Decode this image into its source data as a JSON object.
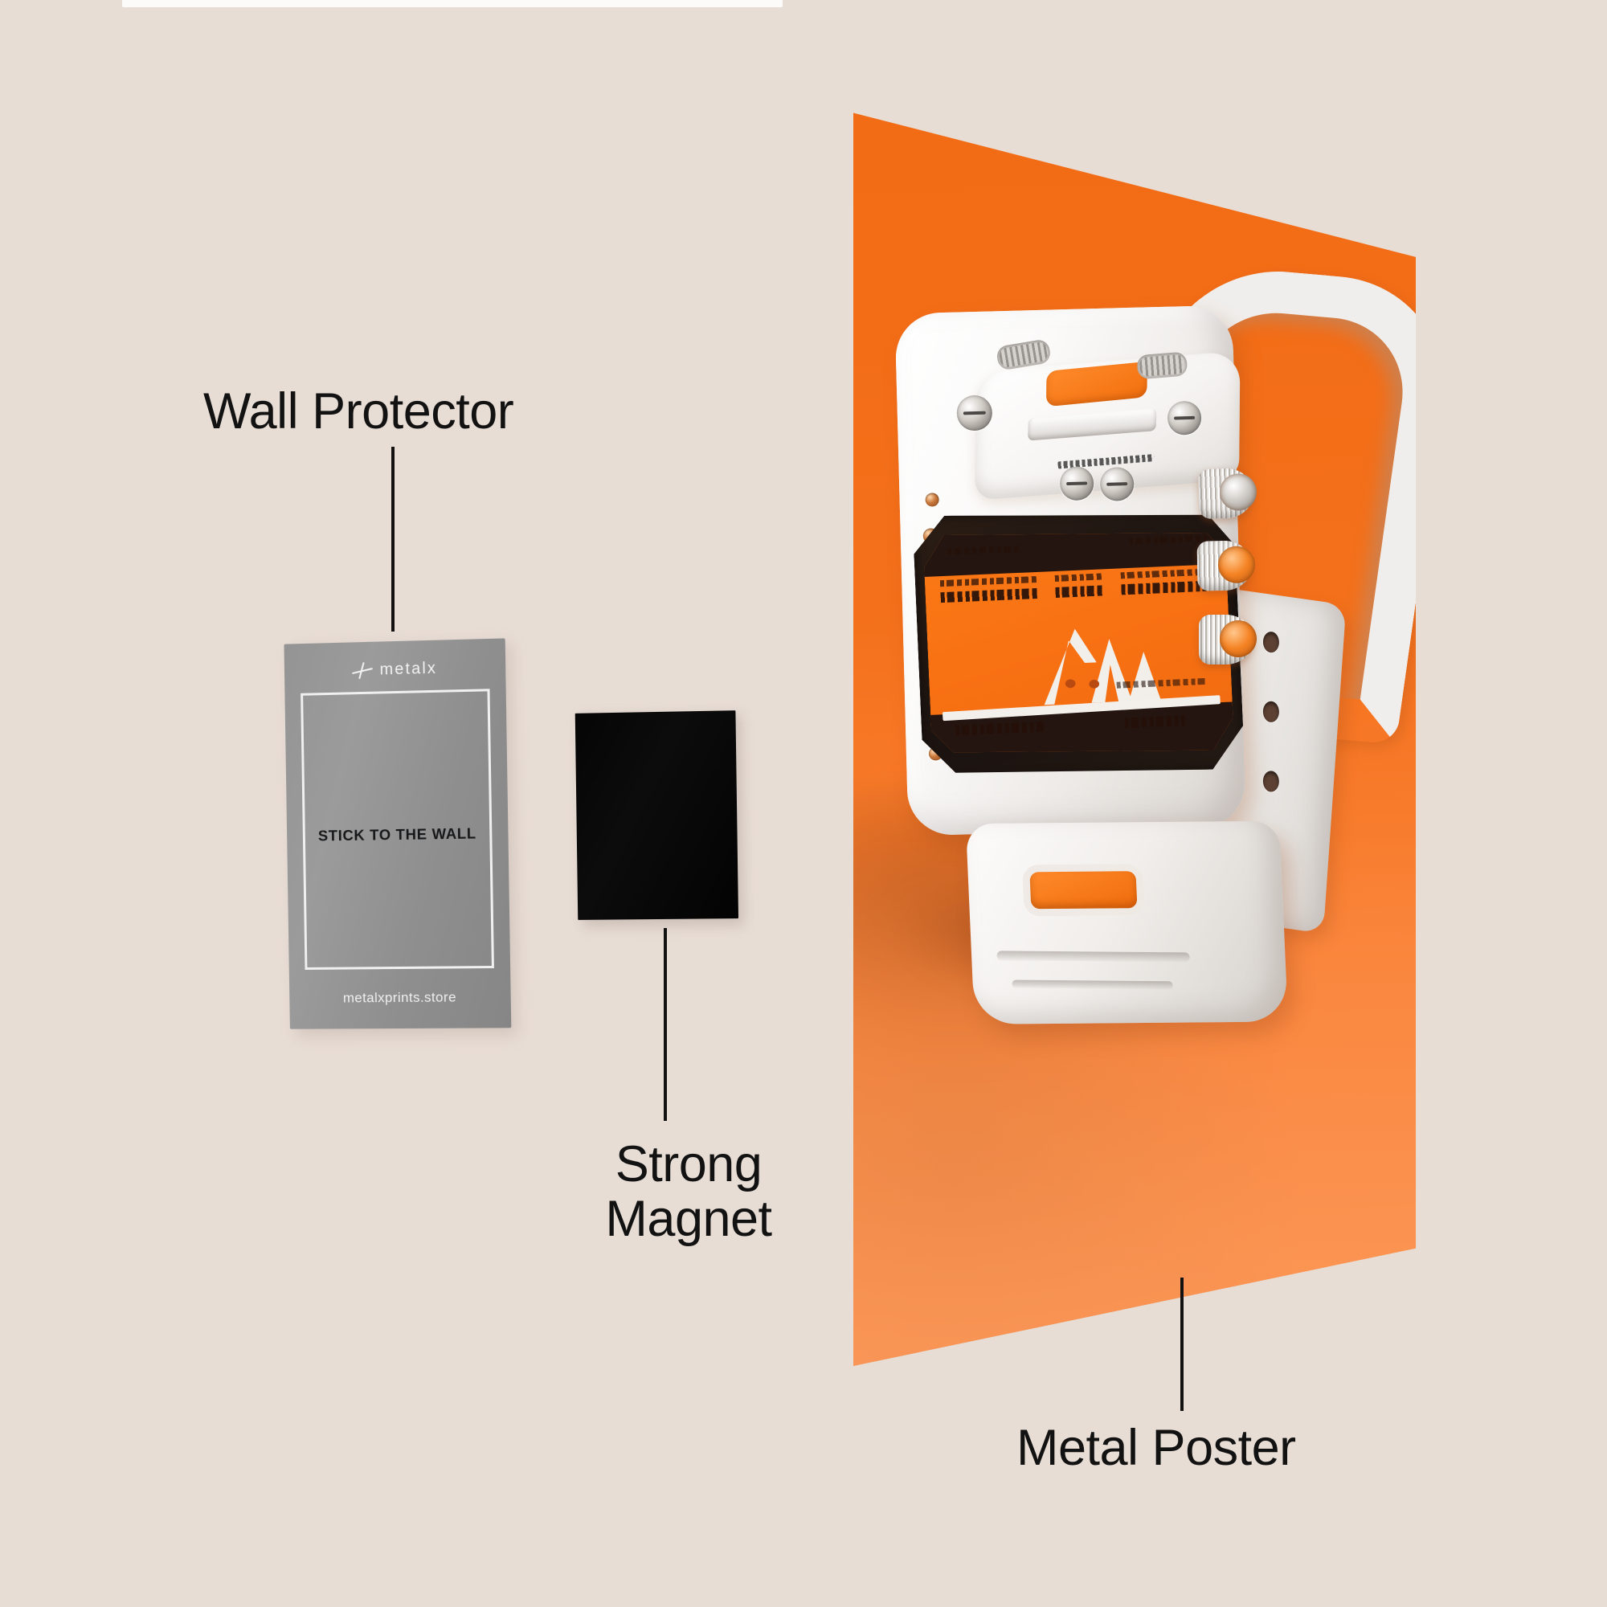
{
  "background_color": "#e8ddd5",
  "accent_orange": "#f57118",
  "text_color": "#121212",
  "callouts": [
    {
      "id": "wall-protector",
      "label": "Wall Protector"
    },
    {
      "id": "strong-magnet",
      "label": "Strong\nMagnet"
    },
    {
      "id": "metal-poster",
      "label": "Metal Poster"
    }
  ],
  "wall_protector_card": {
    "brand": "metalx",
    "brand_mark_icon": "metalx-cross-icon",
    "center_text": "STICK TO THE WALL",
    "url": "metalxprints.store",
    "card_color": "#949494",
    "frame_color": "#f0f0f0"
  },
  "magnet": {
    "name": "Strong Magnet",
    "color": "#050505"
  },
  "metal_poster": {
    "name": "Metal Poster",
    "background_color": "#f57118",
    "subject": "white futuristic digital wristwatch",
    "watch": {
      "case_color": "#f6f4f2",
      "strap_color": "#f0eeec",
      "screen_background": "#fb7a16",
      "screen_bezel": "#241510",
      "screen_graphic_icon": "mountain-peaks-icon",
      "accent_pill_color": "#f2700f",
      "crown_count": 3,
      "crown_accent_color": "#f58324"
    }
  }
}
